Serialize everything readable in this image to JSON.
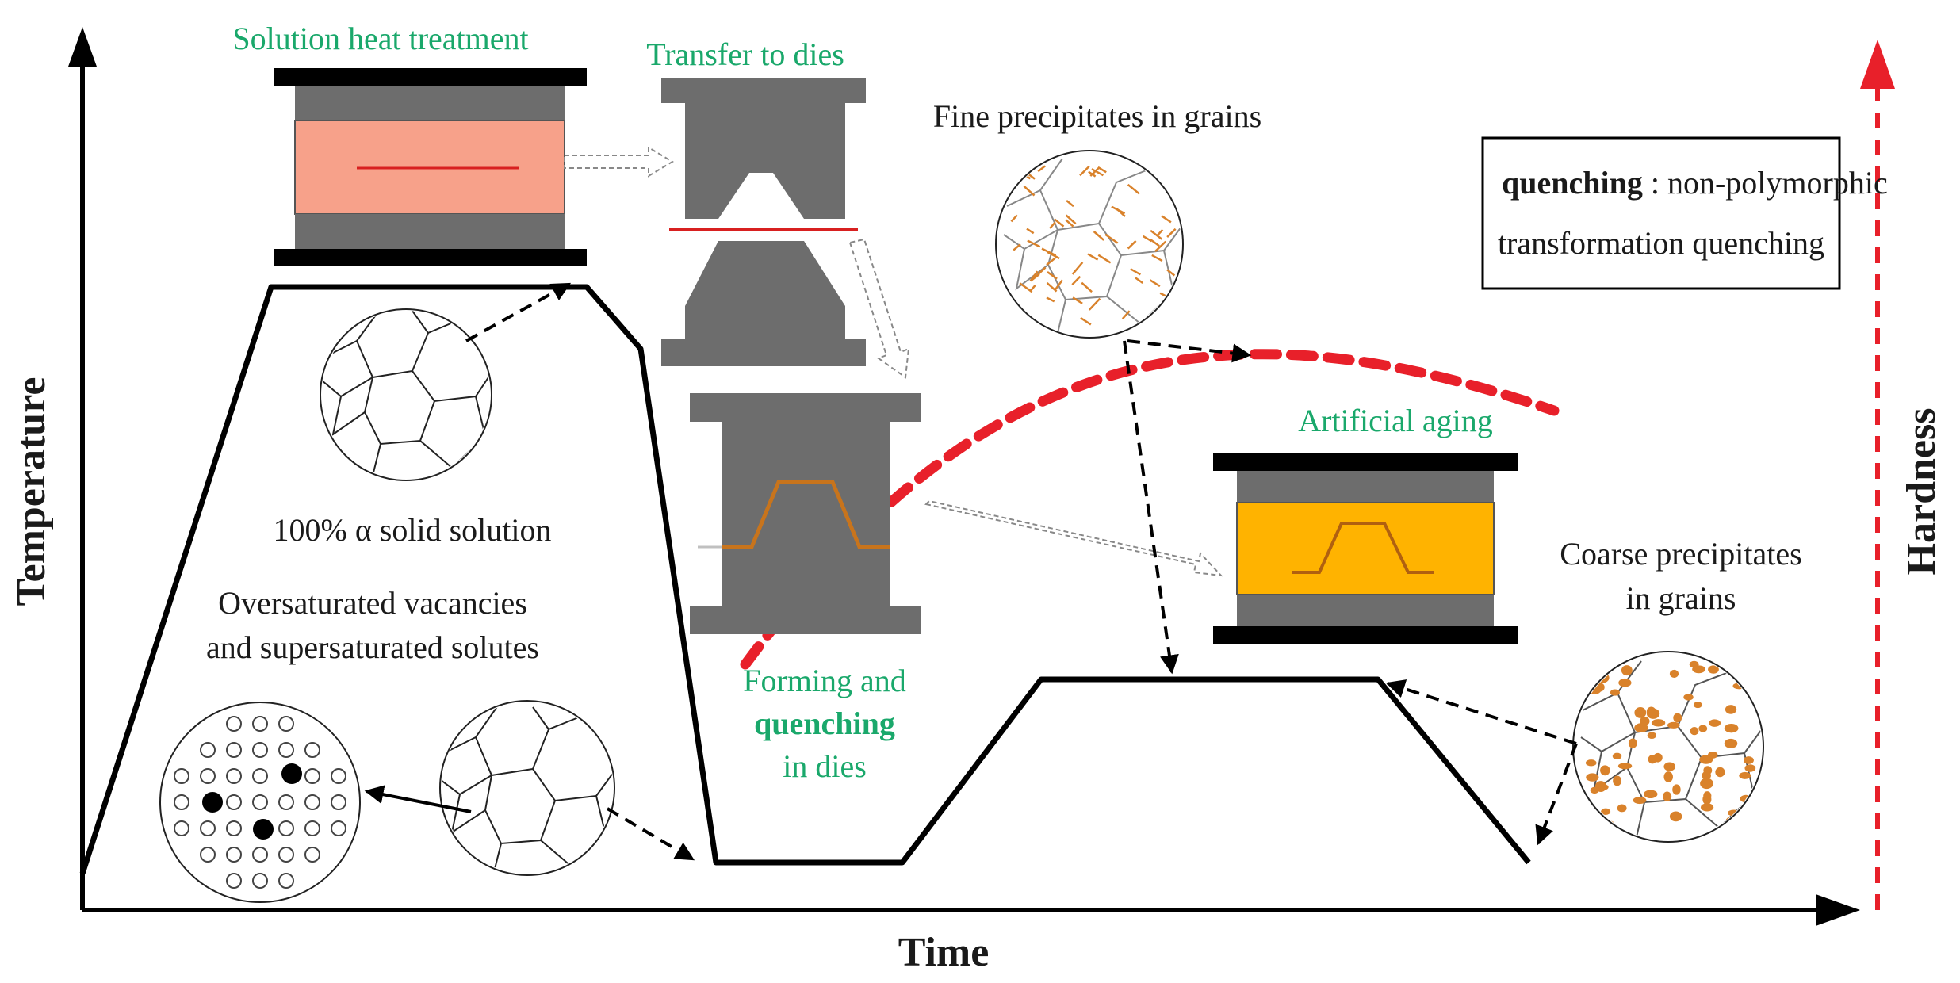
{
  "axes": {
    "x_label": "Time",
    "y_left_label": "Temperature",
    "y_right_label": "Hardness"
  },
  "stages": {
    "solution_heat_treatment": "Solution heat treatment",
    "transfer_to_dies": "Transfer to dies",
    "forming_line1": "Forming and",
    "forming_quenching": "quenching",
    "forming_line3": "in dies",
    "artificial_aging": "Artificial aging"
  },
  "annotations": {
    "solid_solution": "100% α solid solution",
    "vacancies_line1": "Oversaturated vacancies",
    "vacancies_line2": "and supersaturated solutes",
    "fine_precipitates": "Fine precipitates in grains",
    "coarse_line1": "Coarse precipitates",
    "coarse_line2": "in grains"
  },
  "definition_box": {
    "term": "quenching",
    "sep": " :  non-polymorphic",
    "line2": "transformation quenching"
  },
  "colors": {
    "stage_text": "#1aa86b",
    "hardness_curve": "#e8202a",
    "die_gray": "#6d6d6d",
    "heated_blank": "#f7a18a",
    "aging_blank": "#ffb300",
    "precipitate": "#d9822b"
  }
}
